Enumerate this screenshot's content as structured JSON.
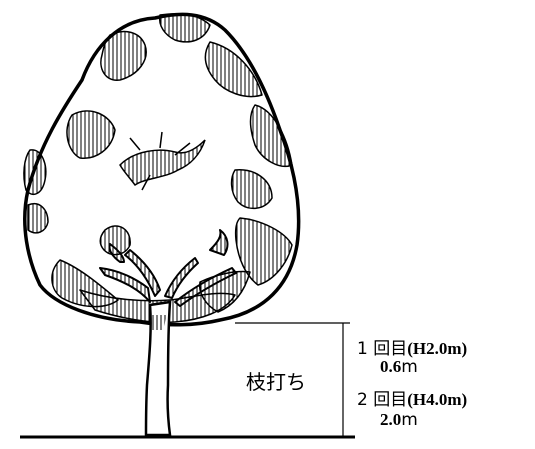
{
  "diagram": {
    "pruning_label": "枝打ち",
    "passes": [
      {
        "prefix": "1 回目",
        "height": "(H2.0m)",
        "value_num": "0.6",
        "value_unit": "m"
      },
      {
        "prefix": "2 回目",
        "height": "(H4.0m)",
        "value_num": "2.0",
        "value_unit": "m"
      }
    ]
  }
}
